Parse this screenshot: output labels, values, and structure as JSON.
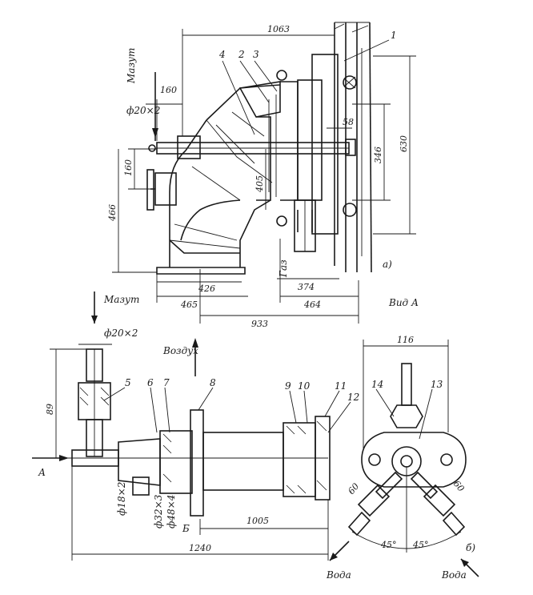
{
  "top_view": {
    "labels": {
      "mazut": "Мазут",
      "gaz": "Газ",
      "sub_a": "а)",
      "pipe_d": "ф20×2"
    },
    "dims": {
      "d1063": "1063",
      "d160a": "160",
      "d160b": "160",
      "d466": "466",
      "d405": "405",
      "d58": "58",
      "d346": "346",
      "d630": "630",
      "d426": "426",
      "d465": "465",
      "d933": "933",
      "d374": "374",
      "d464": "464"
    },
    "callouts": {
      "c1": "1",
      "c2": "2",
      "c3": "3",
      "c4": "4"
    }
  },
  "side_view": {
    "labels": {
      "mazut": "Мазут",
      "pipe_d": "ф20×2",
      "vozdukh": "Воздух",
      "a_arrow": "А",
      "b_mark": "Б",
      "pipe_18": "ф18×2",
      "pipe_32": "ф32×3",
      "pipe_48": "ф48×4"
    },
    "dims": {
      "d89": "89",
      "d1005": "1005",
      "d1240": "1240"
    },
    "callouts": {
      "c5": "5",
      "c6": "6",
      "c7": "7",
      "c8": "8",
      "c9": "9",
      "c10": "10",
      "c11": "11",
      "c12": "12"
    }
  },
  "view_a": {
    "labels": {
      "title": "Вид А",
      "sub_b": "б)",
      "voda_left": "Вода",
      "voda_right": "Вода"
    },
    "dims": {
      "d116": "116",
      "d60_left": "60",
      "d60_right": "60",
      "a45_left": "45°",
      "a45_right": "45°"
    },
    "callouts": {
      "c13": "13",
      "c14": "14"
    }
  }
}
